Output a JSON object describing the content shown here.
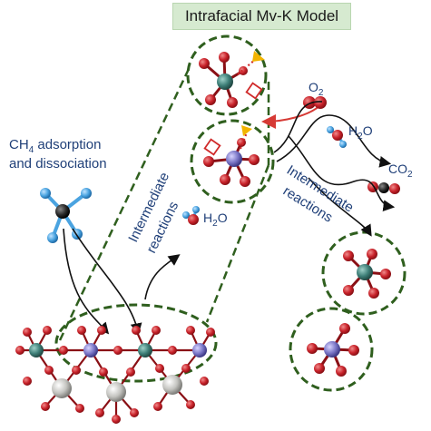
{
  "title": "Intrafacial Mv-K Model",
  "labels": {
    "ch4_line1_pre": "CH",
    "ch4_line1_sub": "4",
    "ch4_line1_post": " adsorption",
    "ch4_line2": "and dissociation",
    "intermediate_left_1": "Intermediate",
    "intermediate_left_2": "reactions",
    "intermediate_right_1": "Intermediate",
    "intermediate_right_2": "reactions",
    "o2_main": "O",
    "o2_sub": "2",
    "h2o_right_main": "H",
    "h2o_right_sub": "2",
    "h2o_right_end": "O",
    "co2_main": "CO",
    "co2_sub": "2",
    "h2o_mid_main": "H",
    "h2o_mid_sub": "2",
    "h2o_mid_end": "O"
  },
  "colors": {
    "dashed_green": "#2f5f1e",
    "oxygen": "#c8222a",
    "teal_metal": "#3e7f78",
    "purple_metal": "#7a76c6",
    "gray_atom": "#b8b8b4",
    "hydrogen": "#4aa3e0",
    "carbon": "#1e1e1e",
    "arrow_red": "#d63a35",
    "vector_yellow": "#f2b400",
    "vacancy_red": "#d02a2a",
    "text_blue": "#1f3f78"
  },
  "icons": [
    "curved-arrow-icon",
    "vacancy-square-icon",
    "gas-phase-arrow-icon"
  ]
}
